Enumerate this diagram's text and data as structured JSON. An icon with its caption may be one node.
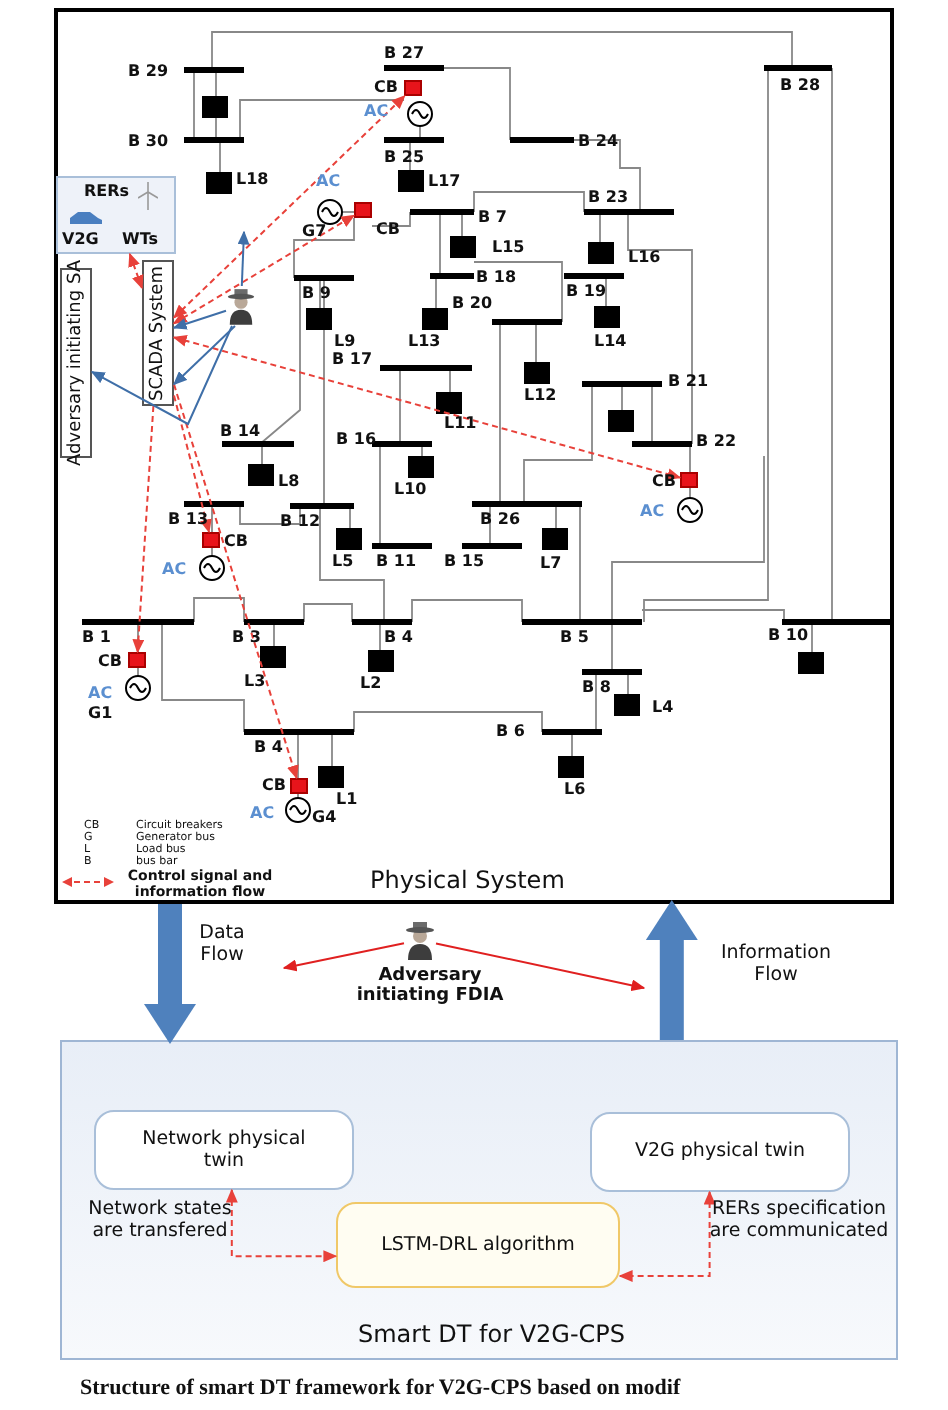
{
  "diagram": {
    "caption": "Structure of smart DT framework for V2G-CPS based on modif",
    "nodes": [
      {
        "text": [
          "Physical System"
        ]
      },
      {
        "text": [],
        "shape": "box",
        "beside": [
          "CB"
        ],
        "in": 0
      },
      {
        "text": [
          "RERs",
          "V2G",
          "WTs"
        ],
        "in": 0
      },
      {
        "text": [],
        "shape": "box",
        "beside": [
          "CB"
        ],
        "in": 0
      },
      {
        "text": [
          "Adversary initiating SA"
        ],
        "in": 0
      },
      {
        "text": [
          "SCADA System"
        ],
        "in": 0
      },
      {
        "text": [],
        "shape": "person",
        "in": 0
      },
      {
        "text": [],
        "shape": "box",
        "beside": [
          "CB"
        ],
        "in": 0
      },
      {
        "text": [],
        "shape": "box",
        "beside": [
          "CB"
        ],
        "in": 0
      },
      {
        "text": [],
        "shape": "box",
        "beside": [
          "CB"
        ],
        "in": 0
      },
      {
        "text": [],
        "shape": "box",
        "beside": [
          "CB"
        ],
        "in": 0
      },
      {
        "text": [],
        "shape": "person",
        "beside": [
          "Adversary initiating FDIA"
        ]
      },
      {
        "text": [
          "Smart DT for V2G-CPS"
        ]
      },
      {
        "text": [
          "Network physical twin"
        ],
        "in": 12
      },
      {
        "text": [
          "V2G physical twin"
        ],
        "in": 12
      },
      {
        "text": [
          "LSTM-DRL algorithm"
        ],
        "in": 12
      }
    ],
    "edges": [
      {
        "from": 5,
        "to": 1,
        "arrow": "both",
        "style": "dashed",
        "color": "#e8413a"
      },
      {
        "from": 5,
        "to": 3,
        "arrow": "both",
        "style": "dashed",
        "color": "#e8413a"
      },
      {
        "from": 5,
        "to": 7,
        "arrow": "both",
        "style": "dashed",
        "color": "#e8413a"
      },
      {
        "from": 5,
        "to": 8,
        "arrow": "to",
        "style": "dashed",
        "color": "#e8413a"
      },
      {
        "from": 5,
        "to": 9,
        "arrow": "to",
        "style": "dashed",
        "color": "#e8413a"
      },
      {
        "from": 5,
        "to": 10,
        "arrow": "to",
        "style": "dashed",
        "color": "#e8413a"
      },
      {
        "from": 2,
        "to": 5,
        "arrow": "both",
        "style": "dashed",
        "color": "#e8413a"
      },
      {
        "from": 6,
        "to": 4,
        "arrow": "to",
        "color": "#3f6fa8"
      },
      {
        "from": 6,
        "to": 5,
        "arrow": "to",
        "color": "#3f6fa8"
      },
      {
        "from": 6,
        "to": null,
        "arrow": "to",
        "color": "#3f6fa8"
      },
      {
        "from": 6,
        "to": 5,
        "arrow": "to",
        "color": "#3f6fa8"
      },
      {
        "from": 0,
        "to": 12,
        "arrow": "to",
        "label": "Data Flow",
        "style": "thick",
        "color": "#4f81bd"
      },
      {
        "from": 12,
        "to": 0,
        "arrow": "to",
        "label": "Information Flow",
        "style": "thick",
        "color": "#4f81bd"
      },
      {
        "from": 11,
        "to": null,
        "arrow": "to",
        "color": "#e02020"
      },
      {
        "from": 11,
        "to": null,
        "arrow": "to",
        "color": "#e02020"
      },
      {
        "from": 13,
        "to": 15,
        "arrow": "both",
        "label": "Network states are transfered",
        "style": "dashed",
        "color": "#e8413a"
      },
      {
        "from": 14,
        "to": 15,
        "arrow": "both",
        "label": "RERs specification are communicated",
        "style": "dashed",
        "color": "#e8413a"
      }
    ],
    "labels": [
      "B 29",
      "B 27",
      "B 28",
      "AC",
      "B 30",
      "B 25",
      "L18",
      "L17",
      "B 24",
      "AC",
      "B 7",
      "B 23",
      "G7",
      "L15",
      "L16",
      "B 9",
      "B 18",
      "B 19",
      "L9",
      "L13",
      "B 20",
      "L14",
      "B 17",
      "L12",
      "B 21",
      "L11",
      "B 14",
      "B 16",
      "B 22",
      "L8",
      "L10",
      "B 13",
      "B 12",
      "B 26",
      "AC",
      "AC",
      "L5",
      "B 11",
      "B 15",
      "L7",
      "B 1",
      "B 3",
      "B 4",
      "B 5",
      "B 10",
      "L3",
      "L2",
      "B 8",
      "AC",
      "G1",
      "L4",
      "B 4",
      "B 6",
      "L1",
      "L6",
      "AC",
      "G4",
      "CB",
      "Circuit breakers",
      "G",
      "Generator bus",
      "L",
      "Load bus",
      "B",
      "bus bar"
    ],
    "legend": [
      {
        "text": "Control signal and information flow"
      }
    ]
  }
}
